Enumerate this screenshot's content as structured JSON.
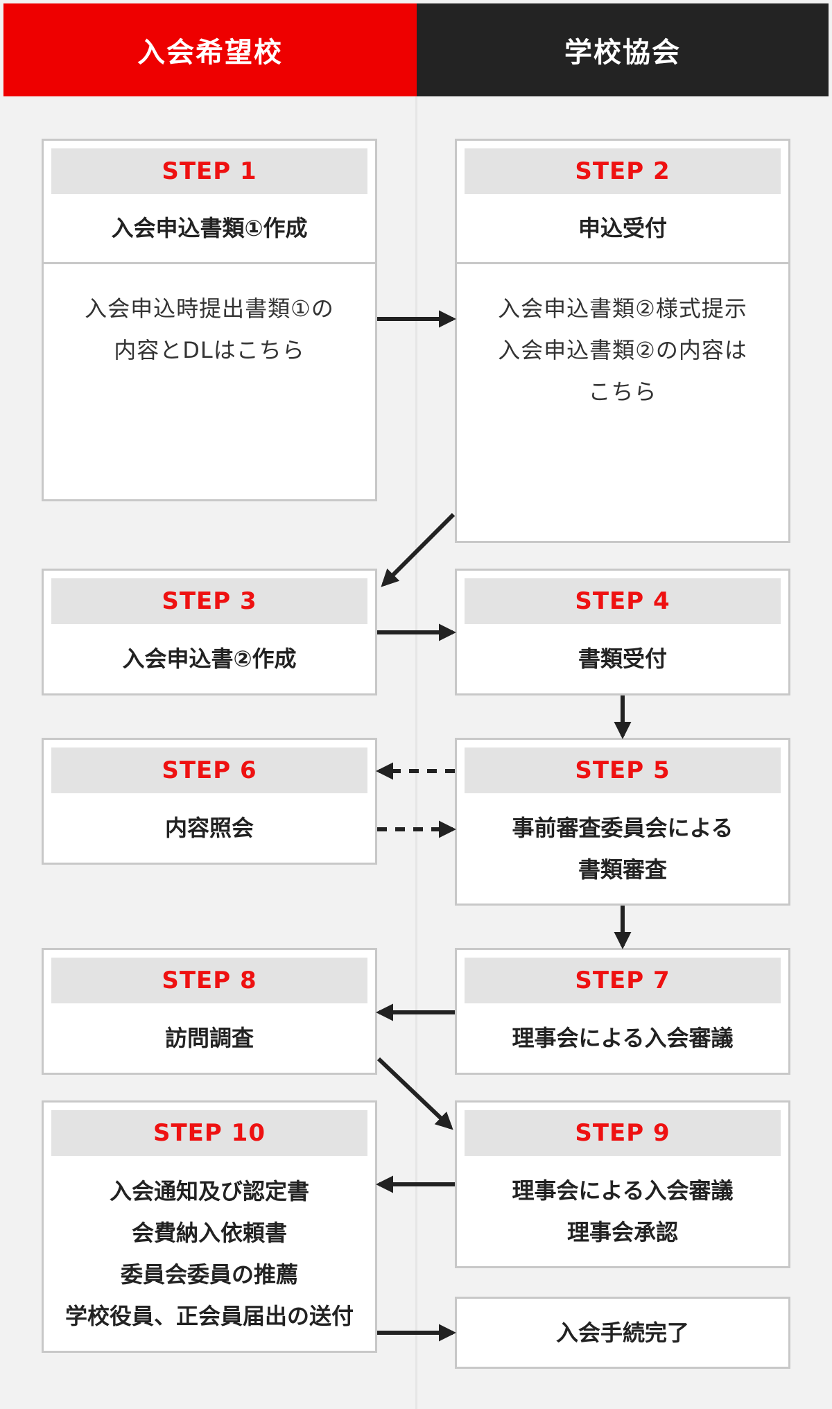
{
  "header": {
    "applicant": "入会希望校",
    "association": "学校協会"
  },
  "steps": {
    "s1": {
      "label": "STEP 1",
      "title": "入会申込書類①作成",
      "desc": [
        "入会申込時提出書類①の",
        "内容とDLはこちら"
      ]
    },
    "s2": {
      "label": "STEP 2",
      "title": "申込受付",
      "desc": [
        "入会申込書類②様式提示",
        "入会申込書類②の内容は",
        "こちら"
      ]
    },
    "s3": {
      "label": "STEP 3",
      "title": "入会申込書②作成"
    },
    "s4": {
      "label": "STEP 4",
      "title": "書類受付"
    },
    "s5": {
      "label": "STEP 5",
      "title": [
        "事前審査委員会による",
        "書類審査"
      ]
    },
    "s6": {
      "label": "STEP 6",
      "title": "内容照会"
    },
    "s7": {
      "label": "STEP 7",
      "title": "理事会による入会審議"
    },
    "s8": {
      "label": "STEP 8",
      "title": "訪問調査"
    },
    "s9": {
      "label": "STEP 9",
      "title": [
        "理事会による入会審議",
        "理事会承認"
      ]
    },
    "s10": {
      "label": "STEP 10",
      "title": [
        "入会通知及び認定書",
        "会費納入依頼書",
        "委員会委員の推薦",
        "学校役員、正会員届出の送付"
      ]
    }
  },
  "final": {
    "title": "入会手続完了"
  },
  "colors": {
    "accent": "#ee0000",
    "dark": "#232323",
    "arrow": "#222222",
    "border": "#c8c8c8",
    "stepBg": "#e3e3e3"
  }
}
